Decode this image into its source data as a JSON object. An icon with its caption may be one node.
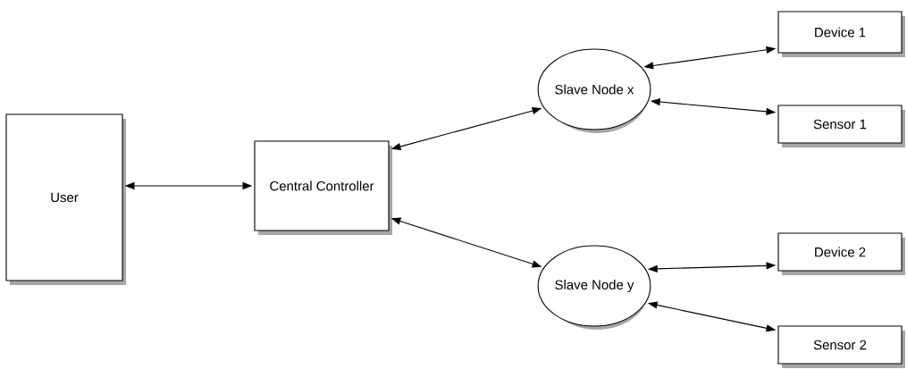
{
  "diagram": {
    "nodes": [
      {
        "text": [
          "User"
        ]
      },
      {
        "text": [
          "Central Controller"
        ]
      },
      {
        "text": [
          "Slave Node x"
        ]
      },
      {
        "text": [
          "Device 1"
        ]
      },
      {
        "text": [
          "Sensor 1"
        ]
      },
      {
        "text": [
          "Slave Node y"
        ]
      },
      {
        "text": [
          "Device 2"
        ]
      },
      {
        "text": [
          "Sensor 2"
        ]
      }
    ],
    "edges": [
      {
        "from": 0,
        "to": 1,
        "arrow": "both"
      },
      {
        "from": 1,
        "to": 2,
        "arrow": "both"
      },
      {
        "from": 1,
        "to": 5,
        "arrow": "both"
      },
      {
        "from": 2,
        "to": 3,
        "arrow": "both"
      },
      {
        "from": 2,
        "to": 4,
        "arrow": "both"
      },
      {
        "from": 5,
        "to": 6,
        "arrow": "both"
      },
      {
        "from": 5,
        "to": 7,
        "arrow": "both"
      }
    ]
  }
}
